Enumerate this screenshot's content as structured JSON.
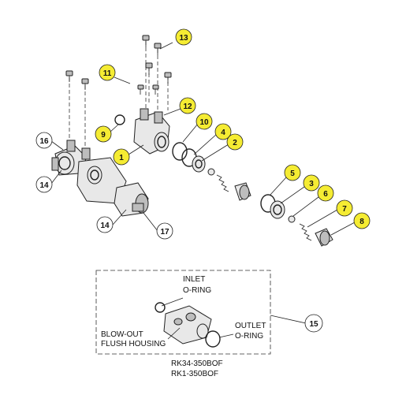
{
  "colors": {
    "highlight": "#f5ec33",
    "plain": "#ffffff",
    "outline": "#222222"
  },
  "callouts": [
    {
      "id": "c13",
      "label": "13",
      "highlight": true
    },
    {
      "id": "c11",
      "label": "11",
      "highlight": true
    },
    {
      "id": "c12",
      "label": "12",
      "highlight": true
    },
    {
      "id": "c9",
      "label": "9",
      "highlight": true
    },
    {
      "id": "c10",
      "label": "10",
      "highlight": true
    },
    {
      "id": "c1",
      "label": "1",
      "highlight": true
    },
    {
      "id": "c4",
      "label": "4",
      "highlight": true
    },
    {
      "id": "c2",
      "label": "2",
      "highlight": true
    },
    {
      "id": "c16",
      "label": "16",
      "highlight": false
    },
    {
      "id": "c14a",
      "label": "14",
      "highlight": false
    },
    {
      "id": "c14b",
      "label": "14",
      "highlight": false
    },
    {
      "id": "c17",
      "label": "17",
      "highlight": false
    },
    {
      "id": "c5",
      "label": "5",
      "highlight": true
    },
    {
      "id": "c3",
      "label": "3",
      "highlight": true
    },
    {
      "id": "c6",
      "label": "6",
      "highlight": true
    },
    {
      "id": "c7",
      "label": "7",
      "highlight": true
    },
    {
      "id": "c8",
      "label": "8",
      "highlight": true
    },
    {
      "id": "c15",
      "label": "15",
      "highlight": false
    }
  ],
  "kit_labels": {
    "inlet_line1": "INLET",
    "inlet_line2": "O-RING",
    "outlet_line1": "OUTLET",
    "outlet_line2": "O-RING",
    "housing_line1": "BLOW-OUT",
    "housing_line2": "FLUSH HOUSING",
    "kit_part_1": "RK34-350BOF",
    "kit_part_2": "RK1-350BOF"
  }
}
